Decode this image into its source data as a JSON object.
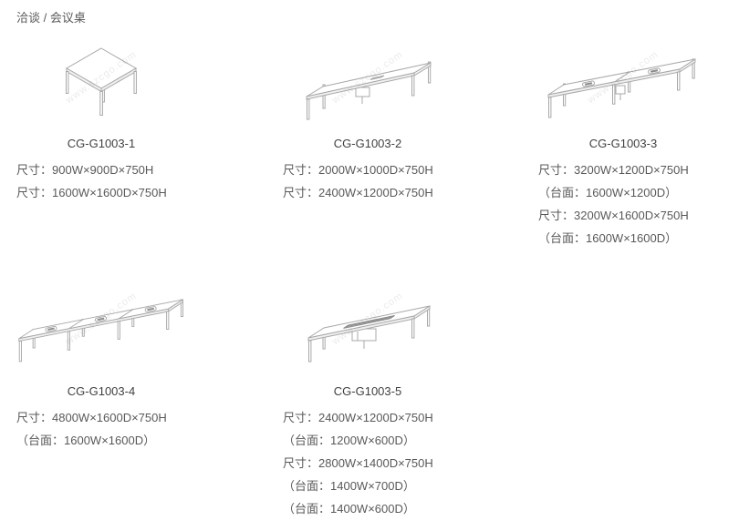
{
  "page": {
    "title": "洽谈 / 会议桌",
    "watermark": "www.szcgo.com"
  },
  "products": [
    {
      "code": "CG-G1003-1",
      "specs": [
        "尺寸：900W×900D×750H",
        "尺寸：1600W×1600D×750H"
      ]
    },
    {
      "code": "CG-G1003-2",
      "specs": [
        "尺寸：2000W×1000D×750H",
        "尺寸：2400W×1200D×750H"
      ]
    },
    {
      "code": "CG-G1003-3",
      "specs": [
        "尺寸：3200W×1200D×750H",
        "（台面：1600W×1200D）",
        "尺寸：3200W×1600D×750H",
        "（台面：1600W×1600D）"
      ]
    },
    {
      "code": "CG-G1003-4",
      "specs": [
        "尺寸：4800W×1600D×750H",
        "（台面：1600W×1600D）"
      ]
    },
    {
      "code": "CG-G1003-5",
      "specs": [
        "尺寸：2400W×1200D×750H",
        "（台面：1200W×600D）",
        "尺寸：2800W×1400D×750H",
        "（台面：1400W×700D）",
        "（台面：1400W×600D）"
      ]
    }
  ]
}
